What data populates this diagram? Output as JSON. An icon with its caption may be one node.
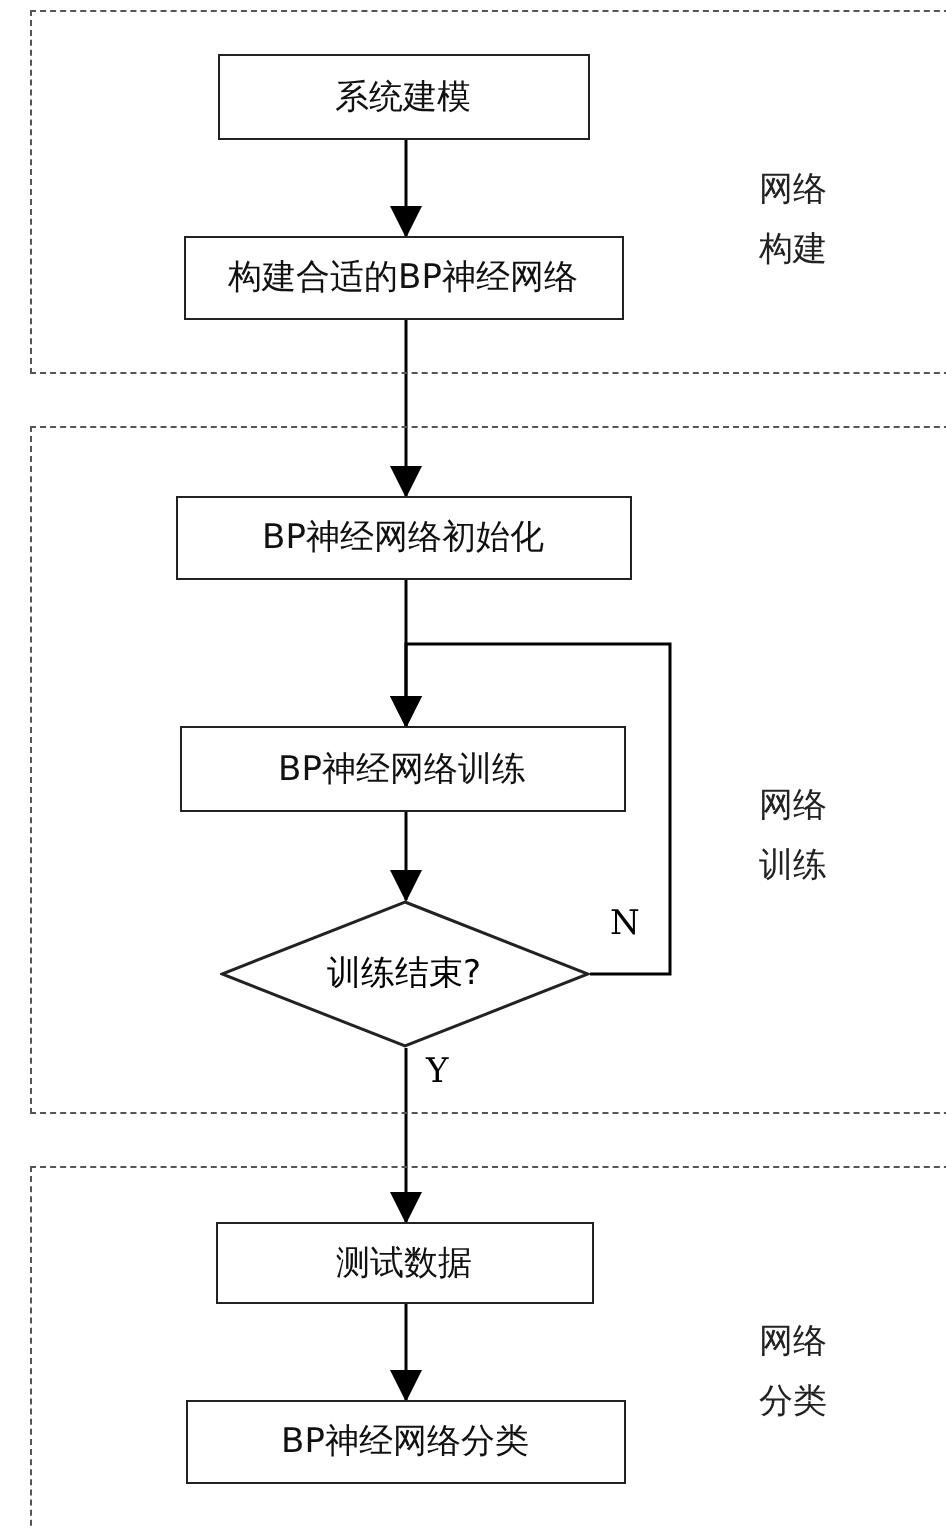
{
  "diagram": {
    "nodes": [
      {
        "text": [
          "网络构建"
        ]
      },
      {
        "text": [
          "系统建模"
        ],
        "in": 0
      },
      {
        "text": [
          "构建合适的BP神经网络"
        ],
        "in": 0
      },
      {
        "text": [
          "网络训练"
        ]
      },
      {
        "text": [
          "BP神经网络初始化"
        ],
        "in": 3
      },
      {
        "text": [
          "BP神经网络训练"
        ],
        "in": 3
      },
      {
        "text": [
          "训练结束?"
        ],
        "in": 3
      },
      {
        "text": [
          "网络分类"
        ]
      },
      {
        "text": [
          "测试数据"
        ],
        "in": 7
      },
      {
        "text": [
          "BP神经网络分类"
        ],
        "in": 7
      }
    ],
    "edges": [
      {
        "from": 1,
        "to": 2,
        "arrow": "to"
      },
      {
        "from": 2,
        "to": 4,
        "arrow": "to"
      },
      {
        "from": 4,
        "to": 5,
        "arrow": "to"
      },
      {
        "from": 5,
        "to": 6,
        "arrow": "to"
      },
      {
        "from": 6,
        "to": 5,
        "arrow": "to",
        "label": "N"
      },
      {
        "from": 6,
        "to": 8,
        "arrow": "to",
        "label": "Y"
      },
      {
        "from": 8,
        "to": 9,
        "arrow": "to"
      }
    ]
  }
}
